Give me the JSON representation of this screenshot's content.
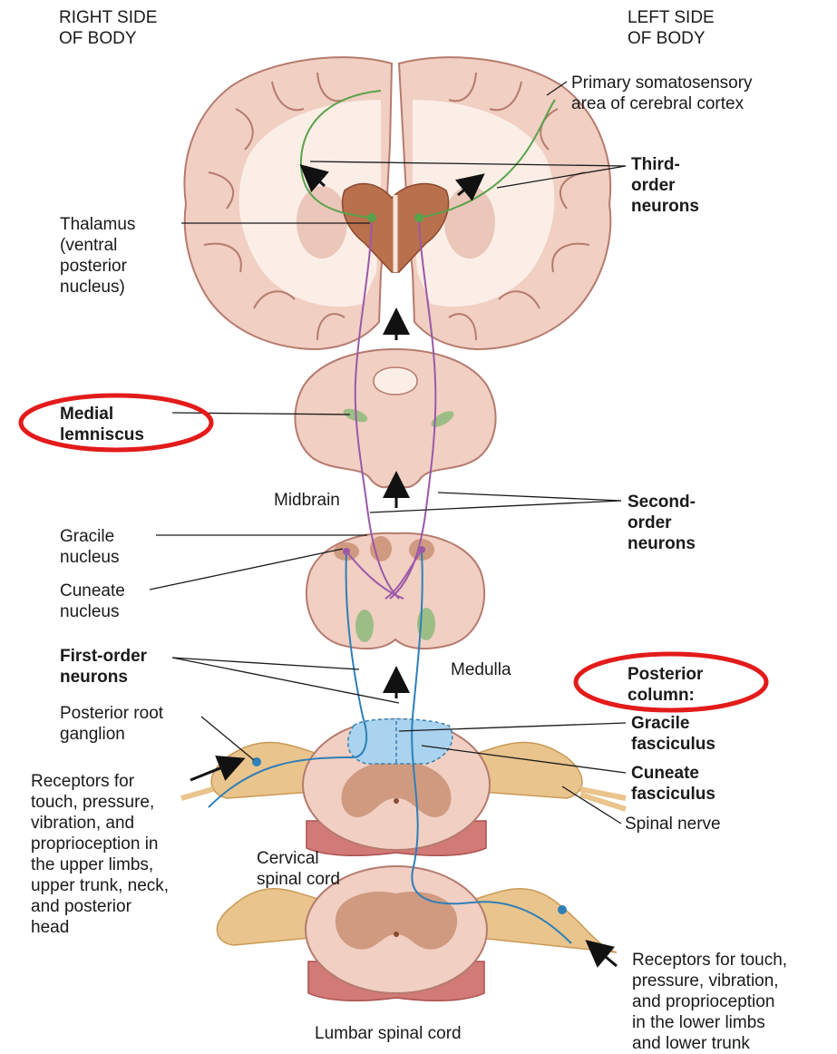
{
  "headers": {
    "right_side": "RIGHT SIDE\nOF BODY",
    "left_side": "LEFT SIDE\nOF BODY"
  },
  "labels": {
    "primary_somatosensory": "Primary somatosensory\narea of cerebral cortex",
    "third_order": "Third-\norder\nneurons",
    "thalamus": "Thalamus\n(ventral\nposterior\nnucleus)",
    "medial_lemniscus": "Medial\nlemniscus",
    "midbrain": "Midbrain",
    "second_order": "Second-\norder\nneurons",
    "gracile_nucleus": "Gracile\nnucleus",
    "cuneate_nucleus": "Cuneate\nnucleus",
    "first_order": "First-order\nneurons",
    "medulla": "Medulla",
    "posterior_column": "Posterior\ncolumn:",
    "posterior_root_ganglion": "Posterior root\nganglion",
    "gracile_fasciculus": "Gracile\nfasciculus",
    "cuneate_fasciculus": "Cuneate\nfasciculus",
    "receptors_upper": "Receptors for\ntouch, pressure,\nvibration, and\nproprioception in\nthe upper limbs,\nupper trunk, neck,\nand posterior\nhead",
    "spinal_nerve": "Spinal nerve",
    "cervical_cord": "Cervical\nspinal cord",
    "receptors_lower": "Receptors for touch,\npressure, vibration,\nand proprioception\nin the lower limbs\nand lower trunk",
    "lumbar_cord": "Lumbar spinal cord"
  },
  "colors": {
    "brain_tissue": "#f1cfc3",
    "gyri_outline": "#b57b6e",
    "white_matter": "#fbeee6",
    "thalamus": "#b9704d",
    "third_order_neuron": "#5aa24a",
    "second_order_neuron": "#9b59a8",
    "first_order_neuron": "#2f7fb8",
    "posterior_column_fill": "#a9d3ee",
    "nerve": "#e9c48d",
    "highlight_ellipse": "#e31b1b"
  }
}
